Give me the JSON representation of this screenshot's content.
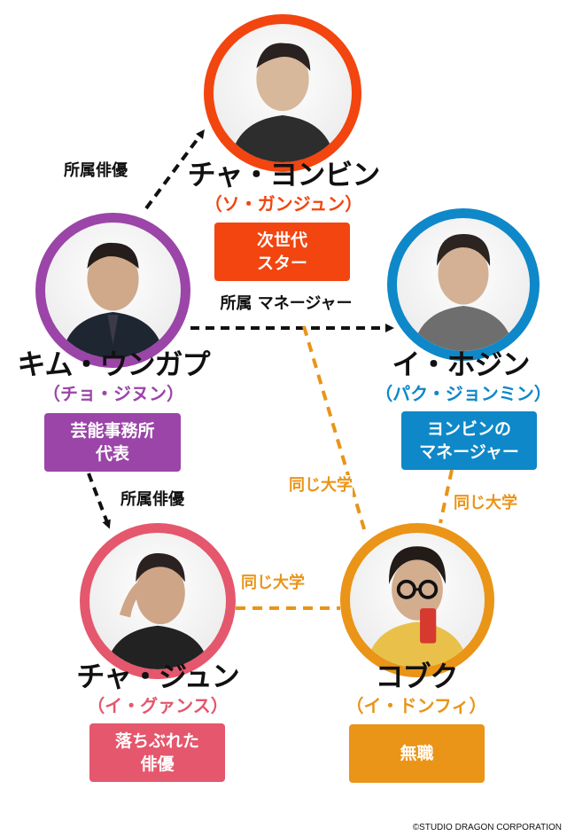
{
  "colors": {
    "red": "#f2450f",
    "blue": "#0e88c8",
    "purple": "#9b45a8",
    "pink": "#e4576c",
    "orange": "#ea9418",
    "black_link": "#111111"
  },
  "characters": {
    "cha_yongbin": {
      "name": "チャ・ヨンビン",
      "actor": "（ソ・ガンジュン）",
      "role_lines": [
        "次世代",
        "スター"
      ]
    },
    "kim_ungap": {
      "name": "キム・ウンガプ",
      "actor": "（チョ・ジヌン）",
      "role_lines": [
        "芸能事務所",
        "代表"
      ]
    },
    "lee_hojin": {
      "name": "イ・ホジン",
      "actor": "（パク・ジョンミン）",
      "role_lines": [
        "ヨンビンの",
        "マネージャー"
      ]
    },
    "cha_jun": {
      "name": "チャ・ジュン",
      "actor": "（イ・グァンス）",
      "role_lines": [
        "落ちぶれた",
        "俳優"
      ]
    },
    "kobuku": {
      "name": "コブク",
      "actor": "（イ・ドンフィ）",
      "role_lines": [
        "無職"
      ]
    }
  },
  "relations": {
    "affiliated_actor_top": "所属俳優",
    "affiliated_manager_line1": "所属",
    "affiliated_manager_line2": "マネージャー",
    "affiliated_actor_bottom": "所属俳優",
    "same_university_1": "同じ大学",
    "same_university_2": "同じ大学",
    "same_university_3": "同じ大学"
  },
  "copyright": "©STUDIO DRAGON CORPORATION"
}
